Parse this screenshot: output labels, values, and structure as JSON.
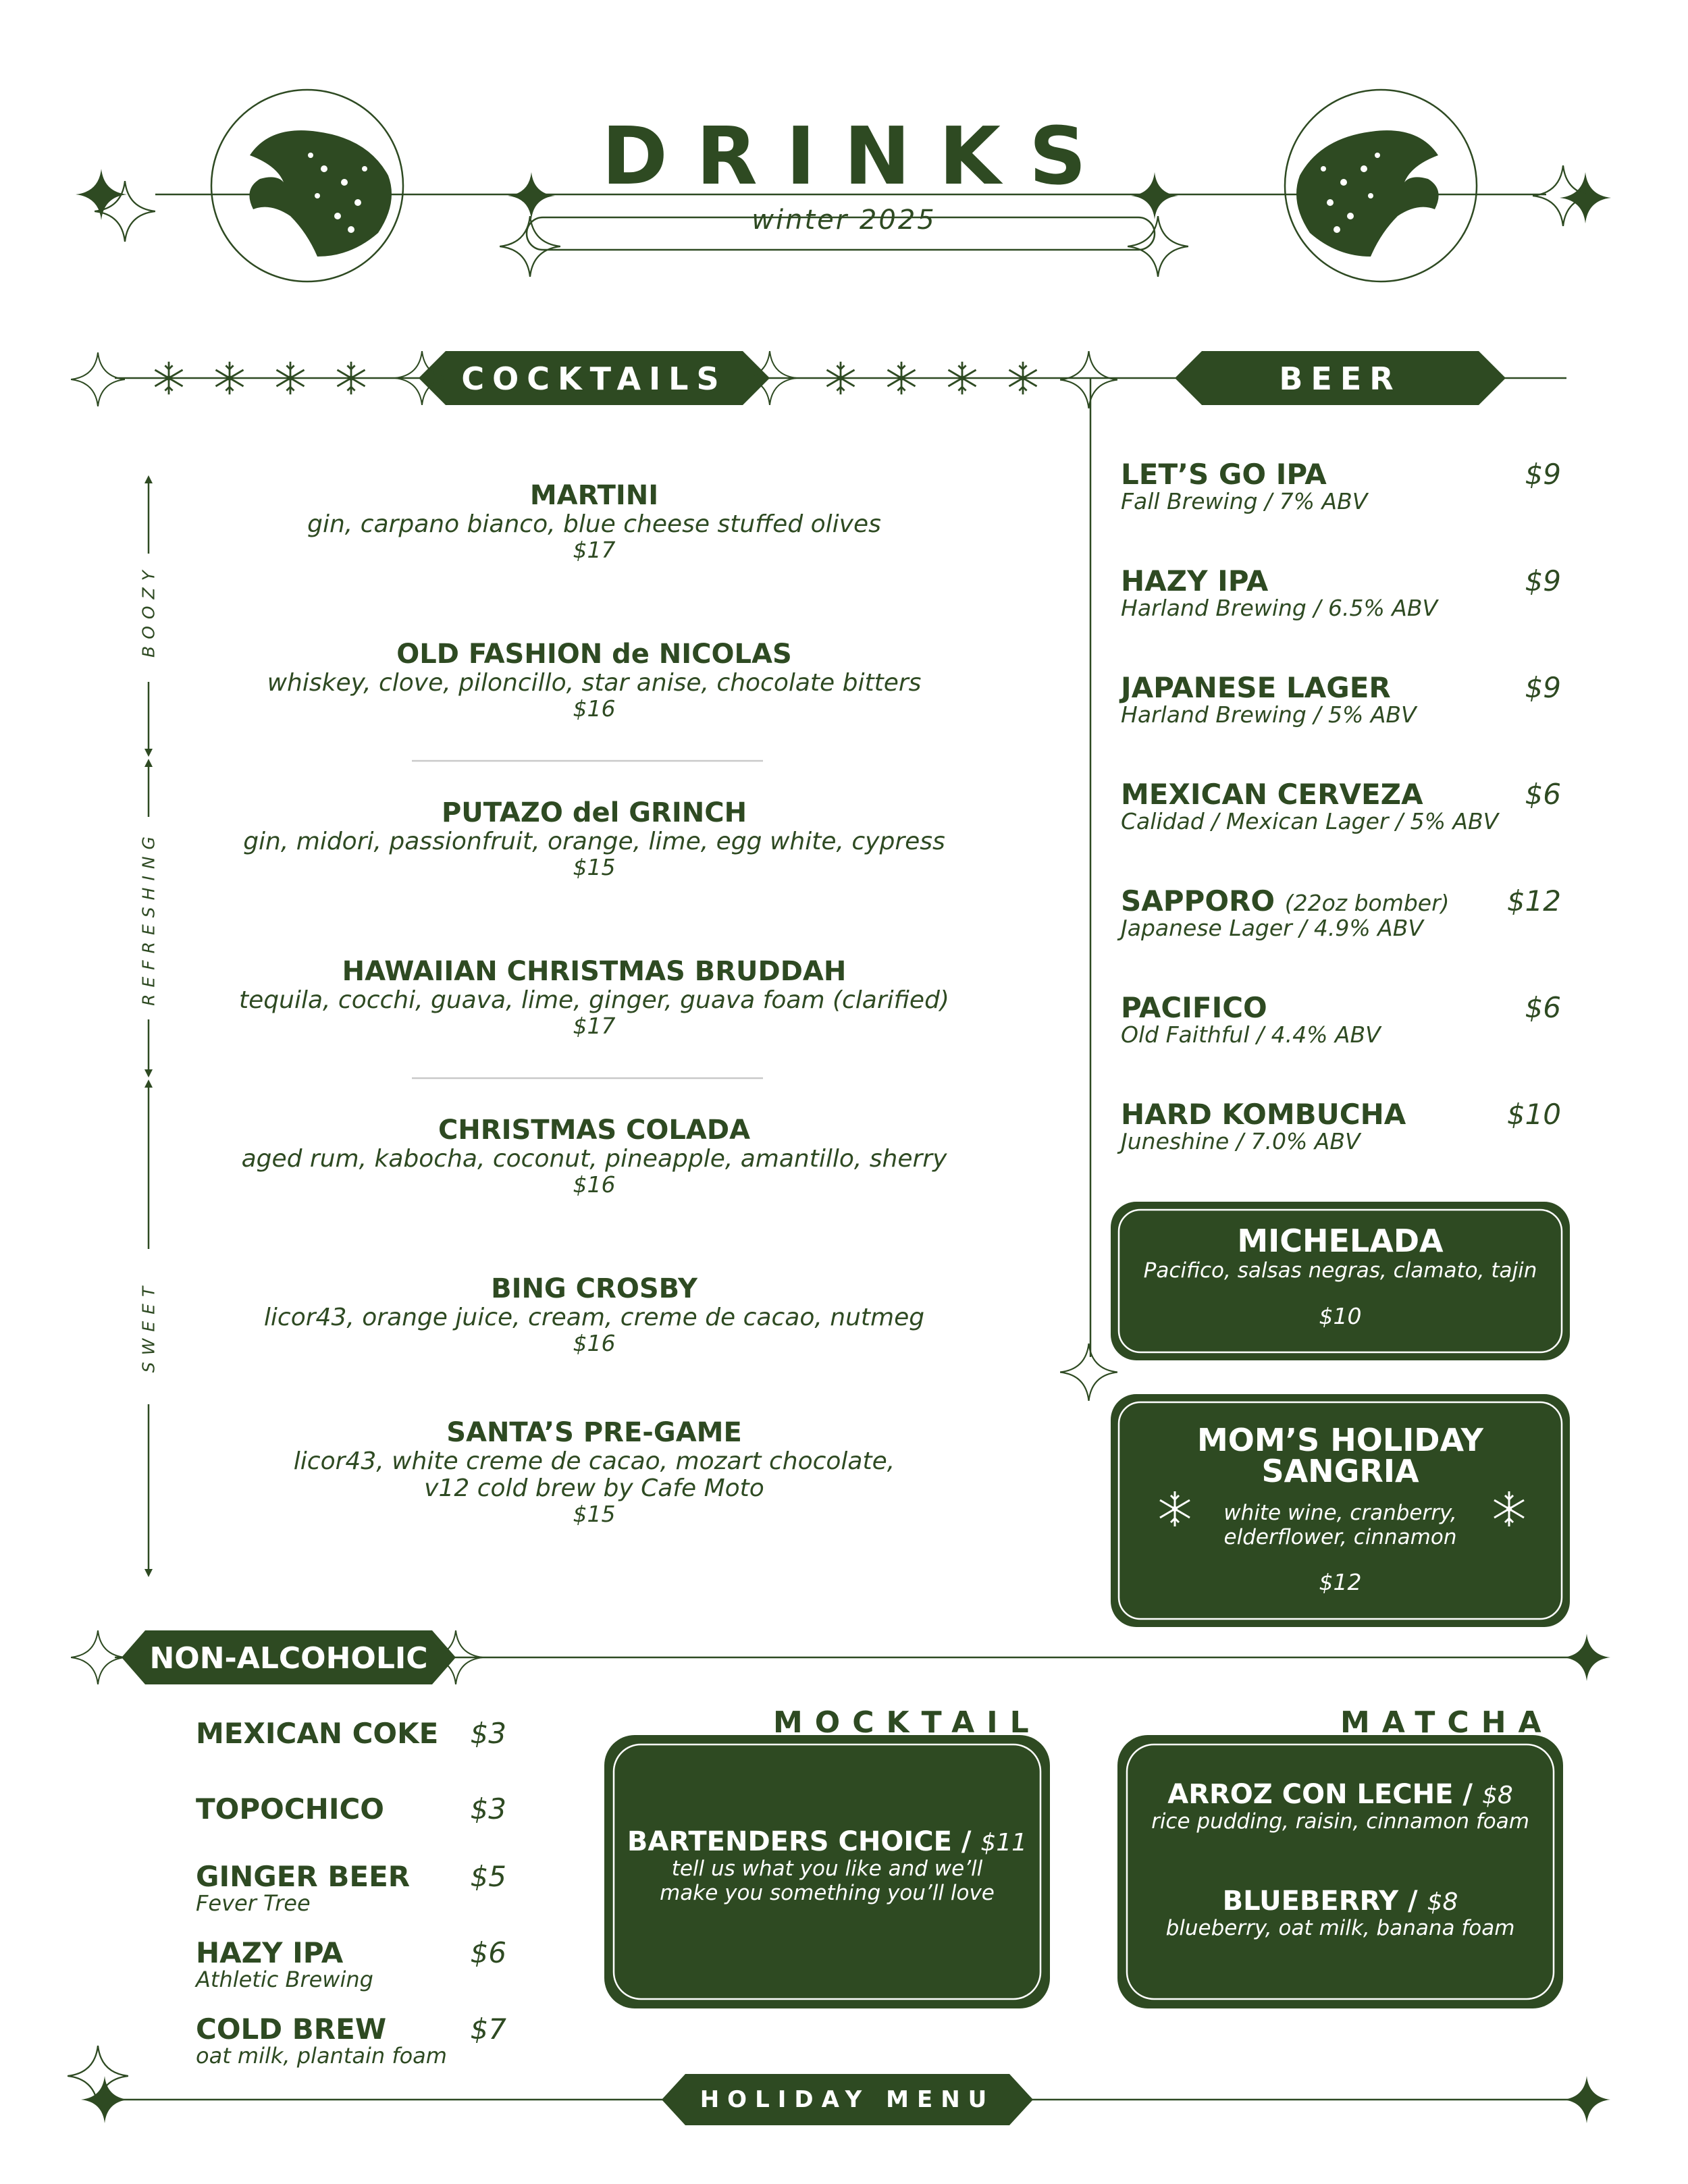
{
  "header": {
    "title": "DRINKS",
    "subtitle": "winter  2025"
  },
  "colors": {
    "brand_green": "#2e4a22",
    "background": "#ffffff"
  },
  "cocktails": {
    "heading": "COCKTAILS",
    "scale_labels": [
      "BOOZY",
      "REFRESHING",
      "SWEET"
    ],
    "items": [
      {
        "name": "MARTINI",
        "desc": "gin, carpano bianco, blue cheese stuffed olives",
        "price": "$17"
      },
      {
        "name": "OLD FASHION de NICOLAS",
        "desc": "whiskey, clove, piloncillo, star anise, chocolate bitters",
        "price": "$16"
      },
      {
        "name": "PUTAZO del GRINCH",
        "desc": "gin, midori, passionfruit, orange, lime, egg white, cypress",
        "price": "$15"
      },
      {
        "name": "HAWAIIAN CHRISTMAS BRUDDAH",
        "desc": "tequila, cocchi, guava, lime, ginger, guava foam (clarified)",
        "price": "$17"
      },
      {
        "name": "CHRISTMAS COLADA",
        "desc": "aged rum, kabocha, coconut,  pineapple, amantillo, sherry",
        "price": "$16"
      },
      {
        "name": "BING CROSBY",
        "desc": "licor43, orange juice, cream, creme de cacao, nutmeg",
        "price": "$16"
      },
      {
        "name": "SANTA’S PRE-GAME",
        "desc": "licor43, white creme de cacao, mozart chocolate,",
        "desc2": "v12 cold brew by Cafe Moto",
        "price": "$15"
      }
    ]
  },
  "beer": {
    "heading": "BEER",
    "items": [
      {
        "name": "LET’S GO IPA",
        "note": "",
        "sub": "Fall Brewing / 7% ABV",
        "price": "$9"
      },
      {
        "name": "HAZY IPA",
        "note": "",
        "sub": "Harland Brewing / 6.5% ABV",
        "price": "$9"
      },
      {
        "name": "JAPANESE LAGER",
        "note": "",
        "sub": "Harland Brewing / 5% ABV",
        "price": "$9"
      },
      {
        "name": "MEXICAN CERVEZA",
        "note": "",
        "sub": "Calidad / Mexican Lager / 5% ABV",
        "price": "$6"
      },
      {
        "name": "SAPPORO",
        "note": "(22oz bomber)",
        "sub": "Japanese Lager / 4.9% ABV",
        "price": "$12"
      },
      {
        "name": "PACIFICO",
        "note": "",
        "sub": "Old Faithful / 4.4% ABV",
        "price": "$6"
      },
      {
        "name": "HARD KOMBUCHA",
        "note": "",
        "sub": "Juneshine / 7.0% ABV",
        "price": "$10"
      }
    ]
  },
  "michelada": {
    "name": "MICHELADA",
    "desc": "Pacifico, salsas negras, clamato, tajin",
    "price": "$10"
  },
  "sangria": {
    "name_line1": "MOM’S HOLIDAY",
    "name_line2": "SANGRIA",
    "desc_line1": "white wine, cranberry,",
    "desc_line2": "elderflower, cinnamon",
    "price": "$12"
  },
  "non_alcoholic": {
    "heading": "NON-ALCOHOLIC",
    "items": [
      {
        "name": "MEXICAN COKE",
        "sub": "",
        "price": "$3"
      },
      {
        "name": "TOPOCHICO",
        "sub": "",
        "price": "$3"
      },
      {
        "name": "GINGER BEER",
        "sub": "Fever Tree",
        "price": "$5"
      },
      {
        "name": "HAZY IPA",
        "sub": "Athletic Brewing",
        "price": "$6"
      },
      {
        "name": "COLD BREW",
        "sub": "oat milk, plantain foam",
        "price": "$7"
      }
    ]
  },
  "mocktail": {
    "heading": "MOCKTAIL",
    "name": "BARTENDERS CHOICE /",
    "price": "$11",
    "desc_line1": "tell us what you like and we’ll",
    "desc_line2": "make you something you’ll love"
  },
  "matcha": {
    "heading": "MATCHA",
    "items": [
      {
        "name": "ARROZ CON LECHE /",
        "price": "$8",
        "desc": "rice pudding, raisin, cinnamon foam"
      },
      {
        "name": "BLUEBERRY /",
        "price": "$8",
        "desc": "blueberry, oat milk, banana foam"
      }
    ]
  },
  "footer": {
    "label": "HOLIDAY MENU"
  }
}
